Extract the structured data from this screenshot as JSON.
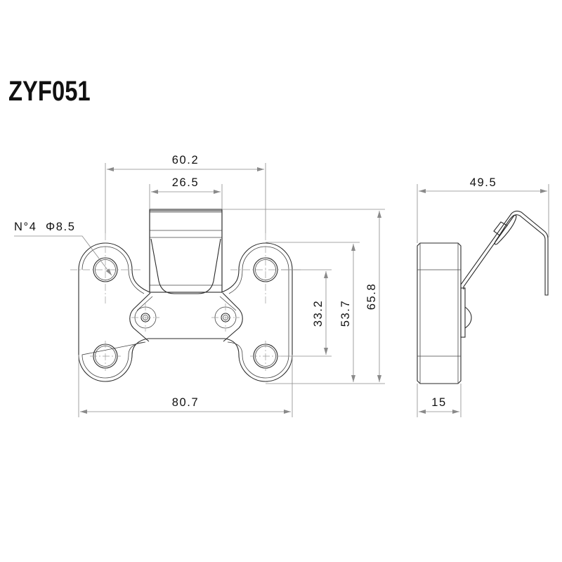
{
  "title": "ZYF051",
  "front_view": {
    "dimensions": {
      "hole_pitch_width": "60.2",
      "clip_width": "26.5",
      "overall_width": "80.7",
      "hole_pitch_height": "33.2",
      "plate_height": "53.7",
      "overall_height": "65.8"
    },
    "hole_callout": {
      "count": "N°4",
      "diameter": "Φ8.5"
    }
  },
  "side_view": {
    "dimensions": {
      "overall_depth": "49.5",
      "body_thickness": "15"
    }
  },
  "colors": {
    "line": "#2a2a2a",
    "dimension_line": "#8a8a8a",
    "text": "#111111",
    "background": "#ffffff"
  }
}
